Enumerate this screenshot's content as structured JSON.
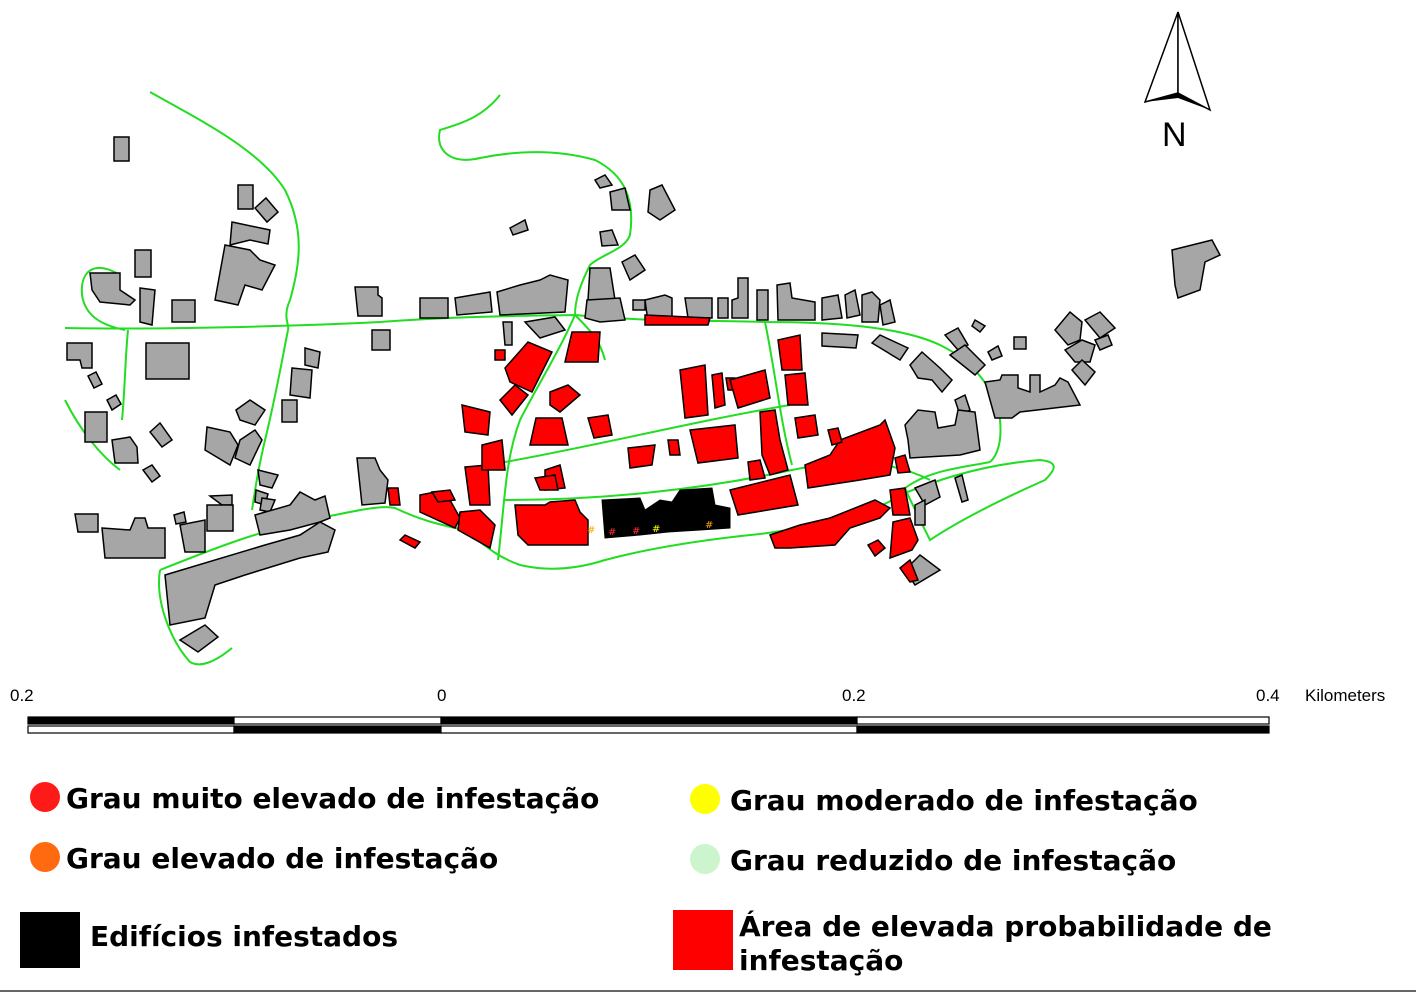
{
  "north_arrow": {
    "label": "N"
  },
  "scale_bar": {
    "labels": [
      "0.2",
      "0",
      "0.2",
      "0.4"
    ],
    "unit": "Kilometers"
  },
  "legend": {
    "very_high": {
      "label": "Grau muito elevado de infestação",
      "color": "#ff1a1a"
    },
    "high": {
      "label": "Grau elevado de infestação",
      "color": "#ff6a10"
    },
    "moderate": {
      "label": "Grau moderado de infestação",
      "color": "#ffff00"
    },
    "reduced": {
      "label": "Grau reduzido de infestação",
      "color": "#cdf5cd"
    },
    "infested_buildings": {
      "label": "Edifícios infestados",
      "color": "#000000"
    },
    "high_probability_area": {
      "label_line1": "Área de elevada probabilidade de",
      "label_line2": "infestação",
      "color": "#ff0000"
    }
  },
  "colors": {
    "road": "#22dd22",
    "building": "#a6a6a6",
    "risk": "#ff0000",
    "infested": "#000000"
  }
}
